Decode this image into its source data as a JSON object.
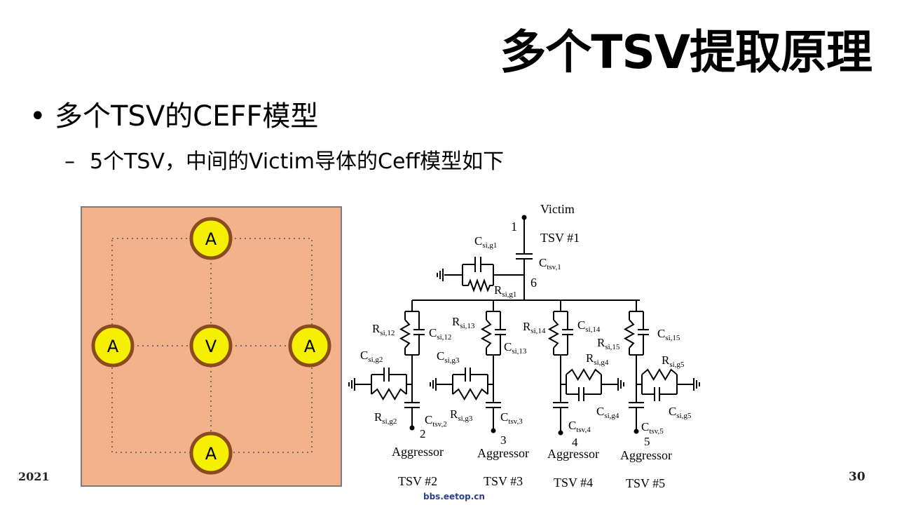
{
  "slide": {
    "title": "多个TSV提取原理",
    "bullet1": "多个TSV的CEFF模型",
    "bullet1_marker": "•",
    "bullet2": "5个TSV，中间的Victim导体的Ceff模型如下",
    "bullet2_marker": "–",
    "footer_left": "2021",
    "page_number": "30",
    "watermark": "bbs.eetop.cn"
  },
  "layout_figure": {
    "center_label": "V",
    "neighbor_labels": [
      "A",
      "A",
      "A",
      "A"
    ],
    "colors": {
      "panel": "#f2b38c",
      "node_fill": "#f5f000",
      "node_ring": "#8a4b1e"
    }
  },
  "circuit": {
    "victim_label": "Victim",
    "victim_node": "1",
    "victim_tsv": "TSV #1",
    "node6": "6",
    "aggressor_word": "Aggressor",
    "aggressor_nodes": [
      "2",
      "3",
      "4",
      "5"
    ],
    "aggressor_tsvs": [
      "TSV #2",
      "TSV #3",
      "TSV #4",
      "TSV #5"
    ]
  }
}
